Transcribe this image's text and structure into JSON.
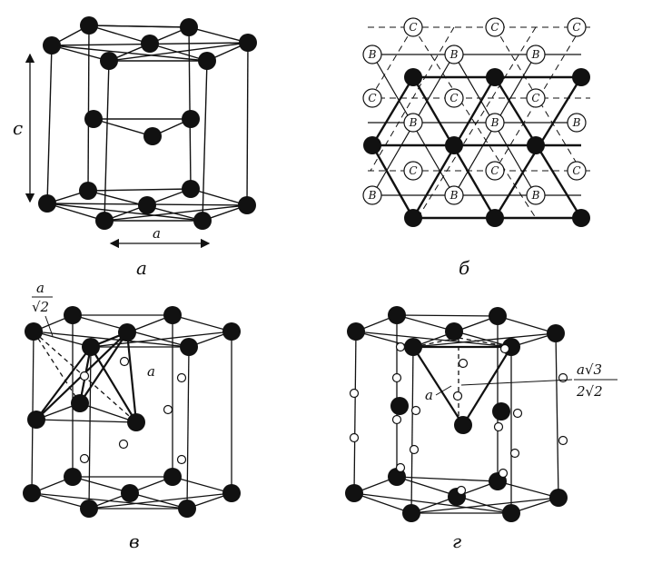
{
  "panels": {
    "a": {
      "caption": "а",
      "height_label": "c",
      "width_label": "a"
    },
    "b": {
      "caption": "б",
      "label_B": "B",
      "label_C": "C"
    },
    "v": {
      "caption": "в",
      "diag_label_num": "a",
      "diag_label_den": "√2",
      "edge_label": "a"
    },
    "g": {
      "caption": "г",
      "edge_label": "a",
      "height_label_num": "a√3",
      "height_label_den": "2√2"
    }
  },
  "colors": {
    "atom": "#111111",
    "line": "#111111",
    "void": "#ffffff"
  }
}
